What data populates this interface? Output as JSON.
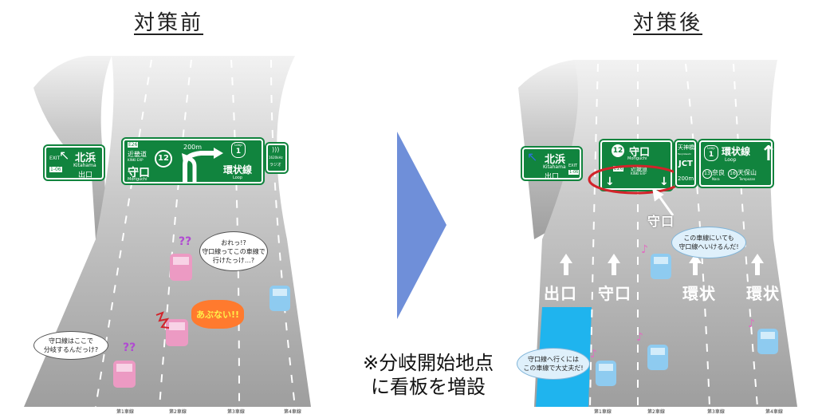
{
  "before": {
    "title": "対策前",
    "sign_exit": {
      "name": "北浜",
      "romaji": "Kitahama",
      "exit": "出口",
      "badge_top": "EXIT",
      "badge_num": "1-06"
    },
    "sign_main": {
      "e_code": "E26",
      "kinki": "近畿道",
      "kinki_en": "KINKI EXP",
      "route": "12",
      "dist": "200m",
      "dest": "守口",
      "dest_en": "Moriguchi",
      "loop_label": "Loop",
      "loop_num": "1",
      "kanjo": "環状線",
      "kanjo_en": "Loop"
    },
    "sign_small": {
      "freq": "1620kHz",
      "info": "ラジオ"
    },
    "bubble1": "おれっ!?\n守口線ってこの車線で\n行けたっけ…?",
    "bubble2": "守口線はここで\n分岐するんだっけ?",
    "warn": "あぶない!!",
    "q1": "??",
    "q2": "??",
    "lanes": [
      "第1車線",
      "第2車線",
      "第3車線",
      "第4車線"
    ]
  },
  "after": {
    "title": "対策後",
    "sign_exit": {
      "name": "北浜",
      "romaji": "Kitahama",
      "exit": "出口",
      "badge_top": "EXIT",
      "badge_num": "1-06"
    },
    "sign_main": {
      "route": "12",
      "dest": "守口",
      "dest_en": "Moriguchi",
      "e_code": "E26",
      "kinki": "近畿道",
      "kinki_en": "KINKI EXP"
    },
    "sign_jct": {
      "name": "天神橋",
      "name_en": "Tenjinbashi",
      "jct": "JCT",
      "dist": "200m"
    },
    "sign_loop": {
      "loop_label": "Loop",
      "loop_num": "1",
      "kanjo": "環状線",
      "kanjo_en": "Loop",
      "n13": "13",
      "nara": "奈良",
      "nara_en": "Nara",
      "n16": "16",
      "tempo": "天保山",
      "tempo_en": "Tempozan"
    },
    "callout": "守口",
    "road_labels": [
      "出口",
      "守口",
      "環状",
      "環状"
    ],
    "bubble1": "この車線にいても\n守口線へいけるんだ!",
    "bubble2": "守口線へ行くには\nこの車線で大丈夫だ!",
    "lanes": [
      "第1車線",
      "第2車線",
      "第3車線",
      "第4車線"
    ]
  },
  "note": "※分岐開始地点\nに看板を増設",
  "colors": {
    "sign_green": "#11843e",
    "arrow_blue": "#6f8fd9",
    "exit_lane": "#1fb4ee",
    "road": "#bdbdbd"
  }
}
